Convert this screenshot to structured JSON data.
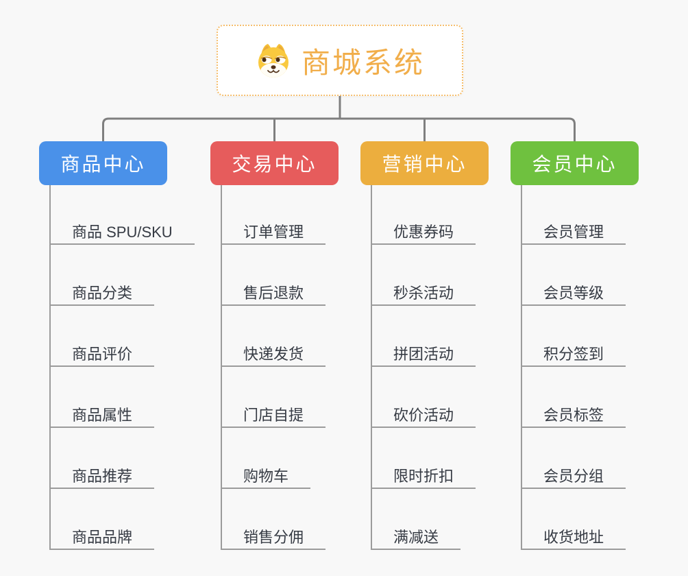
{
  "root": {
    "title": "商城系统",
    "icon": "dog-face-icon"
  },
  "branches": [
    {
      "label": "商品中心",
      "color": "#4A91E9",
      "children": [
        "商品 SPU/SKU",
        "商品分类",
        "商品评价",
        "商品属性",
        "商品推荐",
        "商品品牌"
      ]
    },
    {
      "label": "交易中心",
      "color": "#E65C5C",
      "children": [
        "订单管理",
        "售后退款",
        "快递发货",
        "门店自提",
        "购物车",
        "销售分佣"
      ]
    },
    {
      "label": "营销中心",
      "color": "#ECAE3E",
      "children": [
        "优惠券码",
        "秒杀活动",
        "拼团活动",
        "砍价活动",
        "限时折扣",
        "满减送"
      ]
    },
    {
      "label": "会员中心",
      "color": "#6FC13F",
      "children": [
        "会员管理",
        "会员等级",
        "积分签到",
        "会员标签",
        "会员分组",
        "收货地址"
      ]
    }
  ],
  "colors": {
    "background": "#F8F8F8",
    "connector": "#7F7F7F",
    "child_line": "#9B9B9B",
    "child_text": "#363B44",
    "root_accent": "#F1AE4B",
    "root_border": "#F6BE6C"
  }
}
